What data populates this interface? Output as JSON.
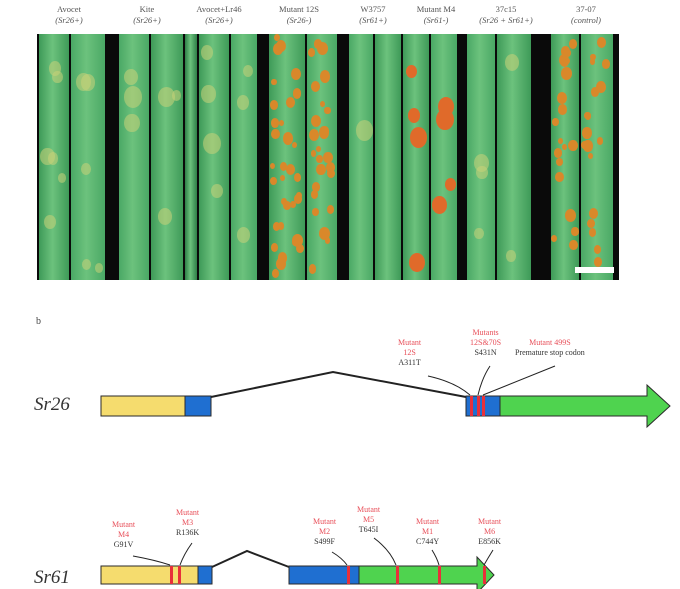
{
  "panel_a": {
    "labels": [
      {
        "name": "Avocet",
        "genotype": "(Sr26+)"
      },
      {
        "name": "Kite",
        "genotype": "(Sr26+)"
      },
      {
        "name": "Avocet+Lr46",
        "genotype": "(Sr26+)"
      },
      {
        "name": "Mutant 12S",
        "genotype": "(Sr26-)"
      },
      {
        "name": "W3757",
        "genotype": "(Sr61+)"
      },
      {
        "name": "Mutant M4",
        "genotype": "(Sr61-)"
      },
      {
        "name": "37c15",
        "genotype": "(Sr26 + Sr61+)"
      },
      {
        "name": "37-07",
        "genotype": "(control)"
      }
    ]
  },
  "panel_b": {
    "letter": "b",
    "sr26": {
      "gene": "Sr26",
      "annotations": [
        {
          "mutant": "Mutant\n12S",
          "change": "A311T"
        },
        {
          "mutant": "Mutants\n12S&70S",
          "change": "S431N"
        },
        {
          "mutant": "Mutant 499S",
          "change": "Premature stop codon"
        }
      ]
    },
    "sr61": {
      "gene": "Sr61",
      "annotations": [
        {
          "mutant": "Mutant\nM4",
          "change": "G91V"
        },
        {
          "mutant": "Mutant\nM3",
          "change": "R136K"
        },
        {
          "mutant": "Mutant\nM2",
          "change": "S499F"
        },
        {
          "mutant": "Mutant\nM5",
          "change": "T645I"
        },
        {
          "mutant": "Mutant\nM1",
          "change": "C744Y"
        },
        {
          "mutant": "Mutant\nM6",
          "change": "E856K"
        }
      ]
    }
  },
  "colors": {
    "exon_yellow": "#f5dc6e",
    "exon_blue": "#1f6fd1",
    "exon_green": "#4fd34f",
    "mutation_red": "#e8303a",
    "leaf_green": "#3f9d5a",
    "rust_orange": "#d9882a"
  }
}
